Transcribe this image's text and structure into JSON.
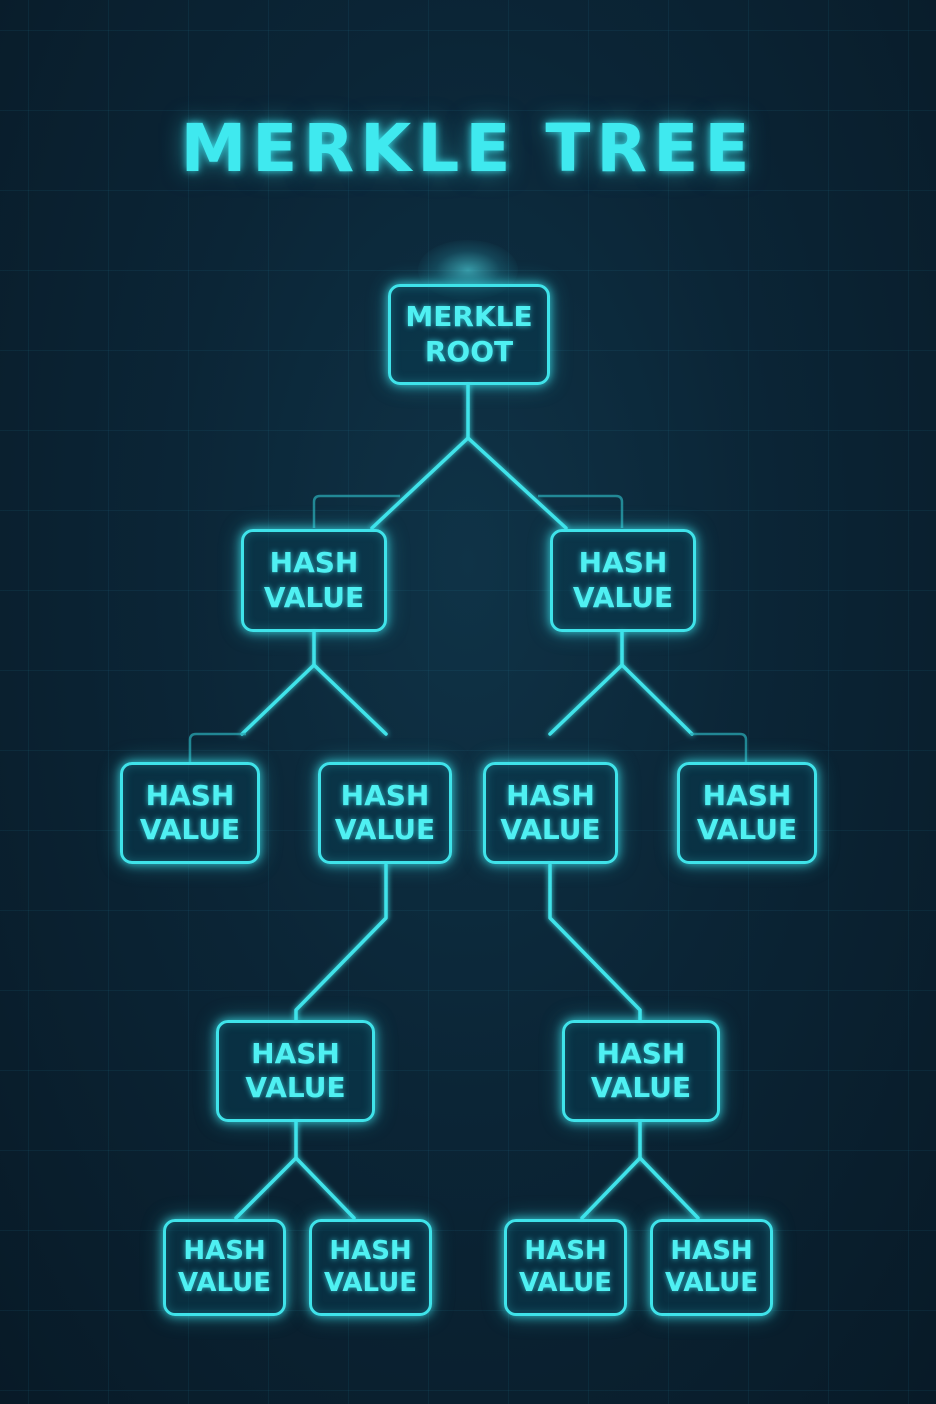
{
  "title": "MERKLE TREE",
  "colors": {
    "accent": "#3fe3ea",
    "background": "#0b2536"
  },
  "nodes": {
    "root": "MERKLE\nROOT",
    "l1_left": "HASH\nVALUE",
    "l1_right": "HASH\nVALUE",
    "l2_a": "HASH\nVALUE",
    "l2_b": "HASH\nVALUE",
    "l2_c": "HASH\nVALUE",
    "l2_d": "HASH\nVALUE",
    "l3_left": "HASH\nVALUE",
    "l3_right": "HASH\nVALUE",
    "l4_a": "HASH\nVALUE",
    "l4_b": "HASH\nVALUE",
    "l4_c": "HASH\nVALUE",
    "l4_d": "HASH\nVALUE"
  }
}
